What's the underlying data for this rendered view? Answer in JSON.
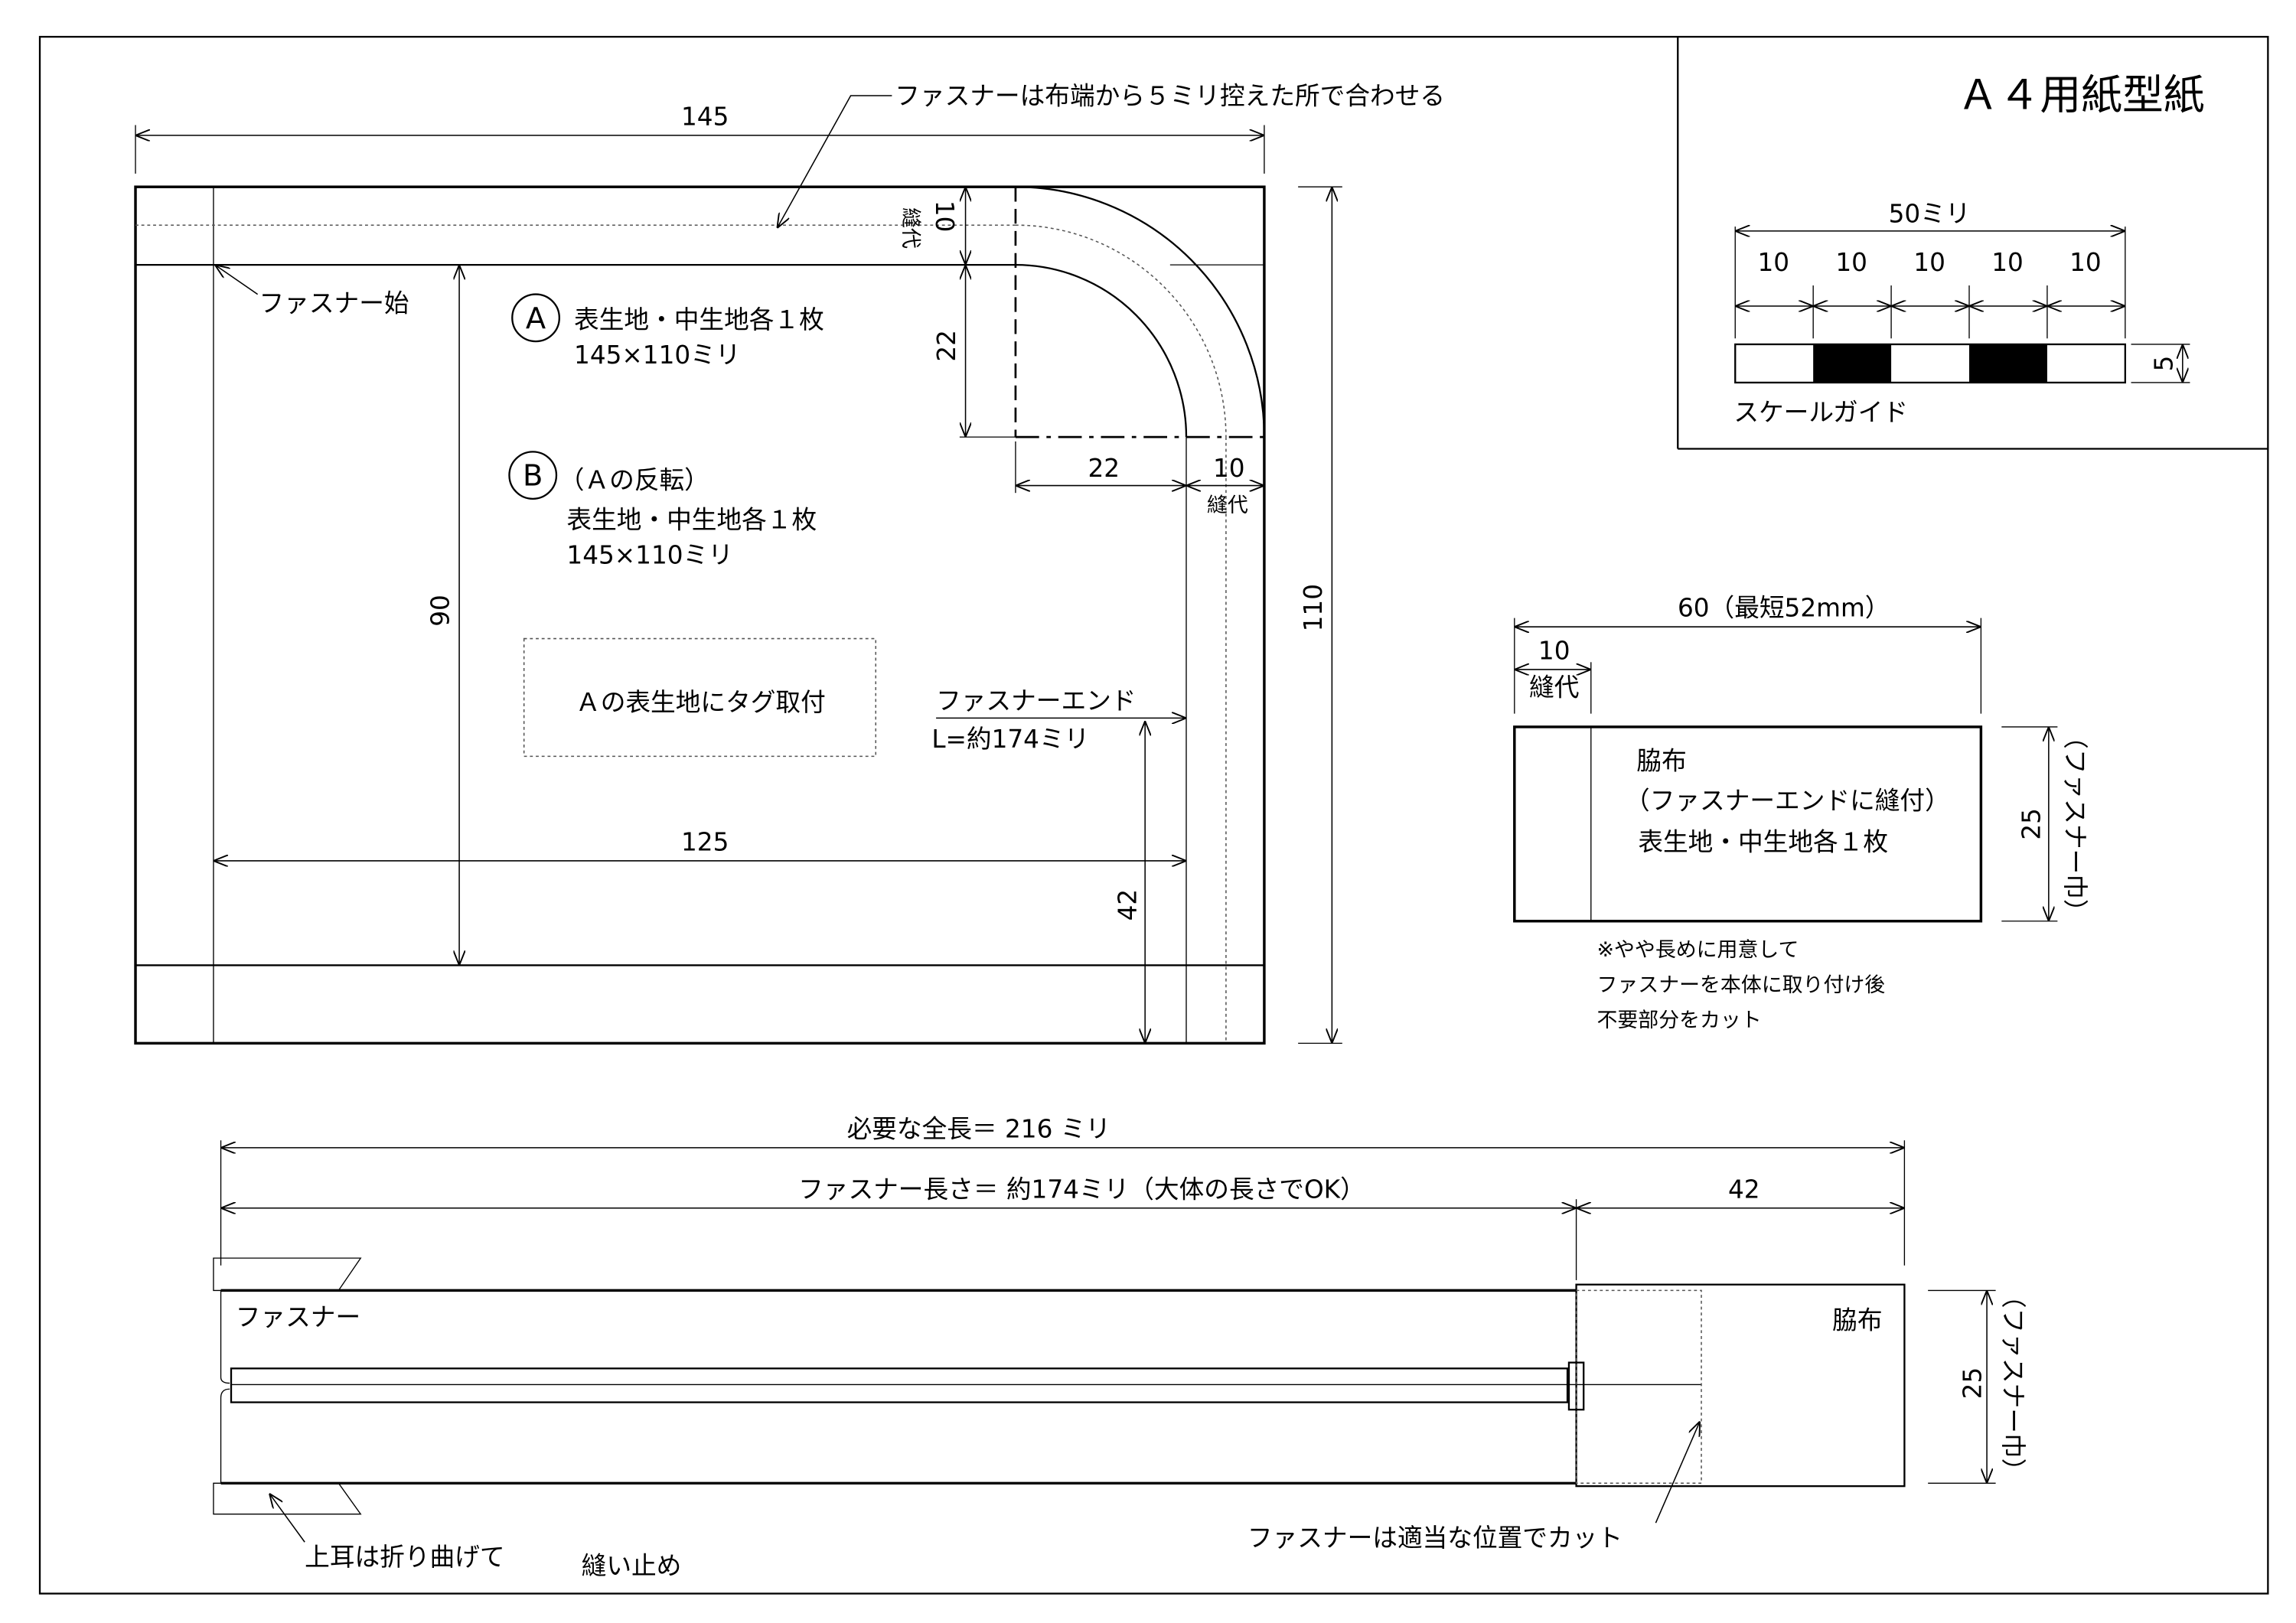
{
  "title": "Ａ４用紙型紙",
  "scale_guide": {
    "total_label": "50ミリ",
    "segment_labels": [
      "10",
      "10",
      "10",
      "10",
      "10"
    ],
    "height_label": "5",
    "caption": "スケールガイド"
  },
  "main_pattern": {
    "top_note": "ファスナーは布端から５ミリ控えた所で合わせる",
    "width_label": "145",
    "height_label": "110",
    "seam_allowance_top": "10",
    "seam_allowance_top_caption": "縫代",
    "corner_vertical_label": "22",
    "corner_horizontal_label": "22",
    "seam_allowance_right": "10",
    "seam_allowance_right_caption": "縫代",
    "inner_height_label": "90",
    "inner_width_label": "125",
    "end_height_label": "42",
    "zipper_start": "ファスナー始",
    "zipper_end": "ファスナーエンド",
    "zipper_length": "L=約174ミリ",
    "tag_note": "Ａの表生地にタグ取付",
    "piece_a": {
      "mark": "A",
      "line1": "表生地・中生地各１枚",
      "line2": "145×110ミリ"
    },
    "piece_b": {
      "mark": "B",
      "sub": "（Ａの反転）",
      "line1": "表生地・中生地各１枚",
      "line2": "145×110ミリ"
    }
  },
  "side_cloth": {
    "width_label": "60（最短52mm）",
    "seam_label": "10",
    "seam_caption": "縫代",
    "name": "脇布",
    "sub": "（ファスナーエンドに縫付）",
    "count": "表生地・中生地各１枚",
    "height_label": "25",
    "height_caption": "（ファスナー巾）",
    "notes": [
      "※やや長めに用意して",
      "ファスナーを本体に取り付け後",
      "不要部分をカット"
    ]
  },
  "zipper_assembly": {
    "total_label": "必要な全長＝ 216 ミリ",
    "zipper_length_label": "ファスナー長さ＝ 約174ミリ（大体の長さでOK）",
    "side_length_label": "42",
    "zipper_caption": "ファスナー",
    "side_caption": "脇布",
    "height_label": "25",
    "height_caption": "（ファスナー巾）",
    "cut_note": "ファスナーは適当な位置でカット",
    "fold_note_1": "上耳は折り曲げて",
    "fold_note_2": "縫い止め"
  }
}
